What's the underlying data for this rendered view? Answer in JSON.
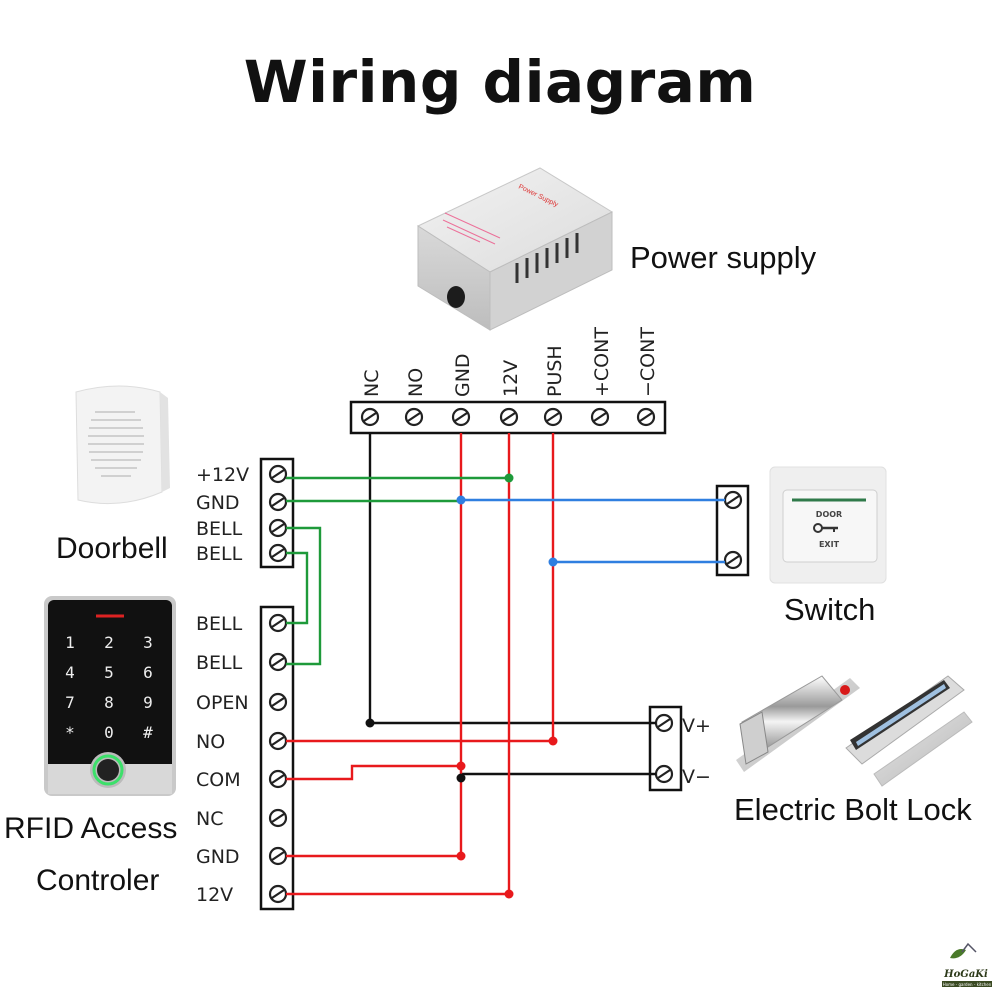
{
  "title": "Wiring diagram",
  "devices": {
    "power_supply": {
      "label": "Power supply",
      "terminals": [
        "NC",
        "NO",
        "GND",
        "12V",
        "PUSH",
        "+CONT",
        "−CONT"
      ],
      "case_text": "Power Supply"
    },
    "doorbell": {
      "label": "Doorbell",
      "terminals": [
        "+12V",
        "GND",
        "BELL",
        "BELL"
      ]
    },
    "switch": {
      "label": "Switch",
      "button_text_top": "DOOR",
      "button_text_bottom": "EXIT"
    },
    "rfid": {
      "label_line1": "RFID Access",
      "label_line2": "Controler",
      "terminals": [
        "BELL",
        "BELL",
        "OPEN",
        "NO",
        "COM",
        "NC",
        "GND",
        "12V"
      ],
      "keys": [
        "1",
        "2",
        "3",
        "4",
        "5",
        "6",
        "7",
        "8",
        "9",
        "*",
        "0",
        "#"
      ]
    },
    "lock": {
      "label": "Electric Bolt Lock",
      "terminals": [
        "V+",
        "V−"
      ]
    }
  },
  "wire_colors": {
    "power": "#e8191c",
    "ground": "#111111",
    "bell": "#1e9a3a",
    "switch": "#2f7fe0"
  },
  "connections": [
    {
      "from": "doorbell.+12V",
      "to": "power_supply.12V",
      "color": "bell"
    },
    {
      "from": "doorbell.GND",
      "to": "power_supply.GND",
      "color": "bell"
    },
    {
      "from": "doorbell.BELL",
      "to": "rfid.BELL",
      "color": "bell"
    },
    {
      "from": "power_supply.GND",
      "to": "switch.terminal1",
      "color": "switch"
    },
    {
      "from": "power_supply.PUSH",
      "to": "switch.terminal2",
      "color": "switch"
    },
    {
      "from": "power_supply.NC",
      "to": "lock.V+",
      "color": "ground"
    },
    {
      "from": "power_supply.GND",
      "to": "lock.V−",
      "color": "ground"
    },
    {
      "from": "rfid.NO",
      "to": "power_supply.PUSH",
      "color": "power"
    },
    {
      "from": "rfid.COM",
      "to": "power_supply.GND",
      "color": "power"
    },
    {
      "from": "rfid.GND",
      "to": "power_supply.GND",
      "color": "power"
    },
    {
      "from": "rfid.12V",
      "to": "power_supply.12V",
      "color": "power"
    }
  ],
  "watermark": {
    "brand": "HoGaKi",
    "tagline": "Home - garden - kitchen"
  }
}
